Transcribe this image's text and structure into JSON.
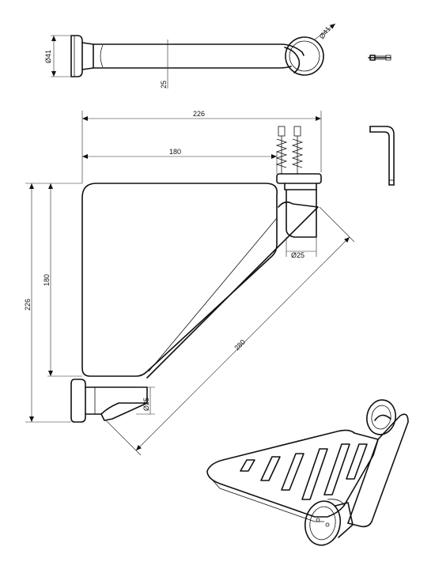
{
  "dimensions": {
    "top_view_diameter_left": "Ø41",
    "top_view_diameter_right": "Ø41",
    "top_view_offset": "25",
    "overall_width": "226",
    "inner_width": "180",
    "overall_height": "226",
    "inner_height": "180",
    "diagonal_length": "280",
    "tube_diameter_right": "Ø25",
    "tube_diameter_bottom": "Ø25"
  }
}
